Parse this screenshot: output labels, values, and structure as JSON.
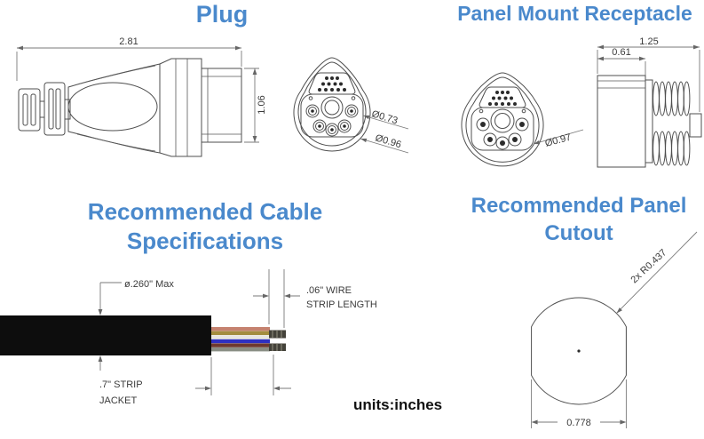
{
  "page": {
    "units_label": "units:inches",
    "accent_color": "#4a89cc",
    "line_color": "#4f4f4f",
    "background": "#ffffff"
  },
  "plug": {
    "title": "Plug",
    "side_view": {
      "length": "2.81",
      "height": "1.06"
    },
    "face_view": {
      "socket_circle_dia": "Ø0.73",
      "outer_dia": "Ø0.96"
    }
  },
  "receptacle": {
    "title": "Panel Mount Receptacle",
    "face_view": {
      "outer_dia": "Ø0.97"
    },
    "side_view": {
      "overall_length": "1.25",
      "body_length": "0.61"
    }
  },
  "cable": {
    "title_line1": "Recommended Cable",
    "title_line2": "Specifications",
    "jacket_dia_label": "ø.260\" Max",
    "wire_strip_label_line1": ".06\" WIRE",
    "wire_strip_label_line2": "STRIP LENGTH",
    "strip_jacket_label_line1": ".7\" STRIP",
    "strip_jacket_label_line2": "JACKET",
    "jacket_color": "#0d0d0d",
    "wire_colors": [
      "#c5826f",
      "#a38d3f",
      "#e8e6df",
      "#2e30c2",
      "#6e392f",
      "#8a8e85"
    ],
    "tip_color": "#44423a"
  },
  "cutout": {
    "title_line1": "Recommended Panel",
    "title_line2": "Cutout",
    "corner_radius_label": "2x R0.437",
    "width_label": "0.778"
  }
}
